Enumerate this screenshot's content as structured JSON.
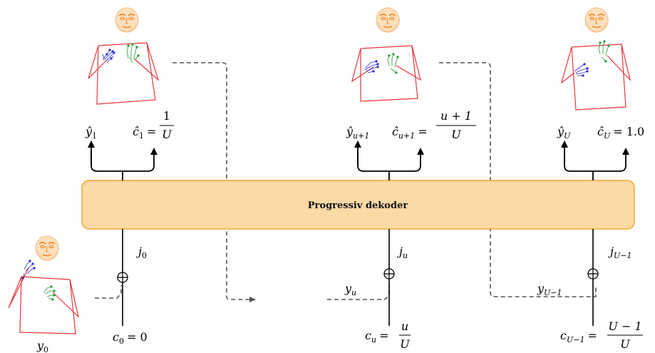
{
  "decoder": {
    "label": "Progressiv dekoder"
  },
  "outputs": [
    {
      "y_base": "ŷ",
      "y_sub": "1",
      "c_base": "ĉ",
      "c_sub": "1",
      "c_eq": "=",
      "c_num": "1",
      "c_den": "U"
    },
    {
      "y_base": "ŷ",
      "y_sub": "u+1",
      "c_base": "ĉ",
      "c_sub": "u+1",
      "c_eq": "=",
      "c_num": "u + 1",
      "c_den": "U"
    },
    {
      "y_base": "ŷ",
      "y_sub": "U",
      "c_base": "ĉ",
      "c_sub": "U",
      "c_eq": "= 1.0"
    }
  ],
  "inputs": [
    {
      "j_base": "j",
      "j_sub": "0",
      "c_base": "c",
      "c_sub": "0",
      "c_eq": "= 0",
      "y_base": "y",
      "y_sub": "0"
    },
    {
      "j_base": "j",
      "j_sub": "u",
      "c_base": "c",
      "c_sub": "u",
      "c_eq": "=",
      "c_num": "u",
      "c_den": "U",
      "y_base": "y",
      "y_sub": "u"
    },
    {
      "j_base": "j",
      "j_sub": "U−1",
      "c_base": "c",
      "c_sub": "U−1",
      "c_eq": "=",
      "c_num": "U − 1",
      "c_den": "U",
      "y_base": "y",
      "y_sub": "U−1"
    }
  ],
  "colors": {
    "decoder_fill": "#fdd9a6",
    "decoder_stroke": "#f0a830",
    "skeleton_body": "#e8353a",
    "hand_left": "#2b2bd8",
    "hand_right": "#1f9a2a",
    "face": "#f5a35a",
    "dashed": "#555555"
  }
}
